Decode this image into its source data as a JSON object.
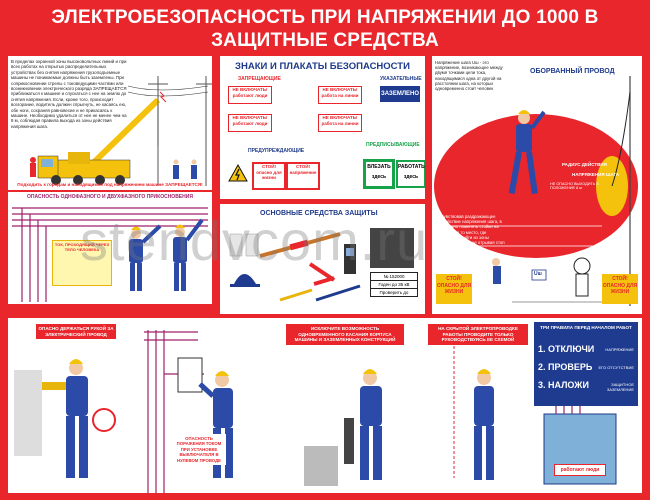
{
  "title_line1": "ЭЛЕКТРОБЕЗОПАСНОСТЬ ПРИ НАПРЯЖЕНИИ ДО 1000 В",
  "title_line2": "ЗАЩИТНЫЕ СРЕДСТВА",
  "crane": {
    "text": "В пределах охранной зоны высоковольтных линий и при всех работах на открытых распределительных устройствах без снятия напряжения грузоподъемные машины не понижаемые должны быть заземлены. При соприкосновении стрелы с токоведущими частями или возникновении электрического разряда ЗАПРЕЩАЕТСЯ приближаться к машине и спускаться с нее на землю до снятия напряжения. Если, кроме того, происходит возгорание, водитель должен спрыгнуть, не касаясь ею, обе ноги, сохраняя равновесие и не прикасаясь к машине. Необходимо удалиться от нее не менее чем на 8 м, соблюдая правила выхода из зоны действия напряжения шага.",
    "warning": "Подходить к городам и находящимся под напряжением машине ЗАПРЕЩАЕТСЯ!"
  },
  "touch": {
    "header": "ОПАСНОСТЬ ОДНОФАЗНОГО И ДВУХФАЗНОГО ПРИКОСНОВЕНИЯ",
    "box_title": "ТОК, ПРОХОДЯЩИЙ ЧЕРЕЗ ТЕЛО ЧЕЛОВЕКА"
  },
  "signs": {
    "header": "ЗНАКИ И ПЛАКАТЫ БЕЗОПАСНОСТИ",
    "col_forbid": "ЗАПРЕЩАЮЩИЕ",
    "col_point": "УКАЗАТЕЛЬНЫЕ",
    "sign1": "НЕ ВКЛЮЧАТЬ! работают люди",
    "sign2": "НЕ ВКЛЮЧАТЬ! работа на линии",
    "grounded": "ЗАЗЕМЛЕНО",
    "sign3": "НЕ ВКЛЮЧАТЬ! работают люди",
    "sign4": "НЕ ВКЛЮЧАТЬ! работа на линии",
    "warn_header": "ПРЕДУПРЕЖДАЮЩИЕ",
    "prescr_header": "ПРЕДПИСЫВАЮЩИЕ",
    "stop1": "СТОЙ! опасно для жизни",
    "stop2": "СТОЙ! напряжение",
    "climb": "ВЛЕЗАТЬ здесь",
    "work": "РАБОТАТЬ здесь"
  },
  "means": {
    "header": "ОСНОВНЫЕ СРЕДСТВА ЗАЩИТЫ",
    "label_no": "№ 152000",
    "label_fit": "Годен до 35 кВ",
    "label_next": "Проверить до"
  },
  "step": {
    "intro": "Напряжение шага Uш - это напряжение, возникающее между двумя точками цепи тока, находящимися одна от другой на расстоянии шага, на которых одновременно стоит человек",
    "broken_wire": "ОБОРВАННЫЙ ПРОВОД",
    "radius": "РАДИУС ДЕЙСТВИЯ",
    "step_voltage": "НАПРЯЖЕНИЯ ШАГА",
    "radius_note": "НЕ ОПАСНО ВЫХОДИТЬ В ПОЛОЖЕНИЕ 8 м",
    "desc": "Почувствовав раздражающее воздействие напряжения шага, в ноги нужно поменять стойки на одну ногу, в то место, где схватило, и выйти из зоны мелкими шагами, не отрывая стоп от земли",
    "stop_left": "СТОЙ! ОПАСНО ДЛЯ ЖИЗНИ",
    "stop_right": "СТОЙ! ОПАСНО ДЛЯ ЖИЗНИ",
    "u_label": "Uш"
  },
  "bottom": {
    "p1_title": "ОПАСНО ДЕРЖАТЬСЯ РУКОЙ ЗА ЭЛЕКТРИЧЕСКИЙ ПРОВОД",
    "p2_caption": "ОПАСНОСТЬ ПОРАЖЕНИЯ ТОКОМ ПРИ УСТАНОВКЕ ВЫКЛЮЧАТЕЛЯ В НУЛЕВОМ ПРОВОДЕ",
    "p3_title": "ИСКЛЮЧИТЕ ВОЗМОЖНОСТЬ ОДНОВРЕМЕННОГО КАСАНИЯ КОРПУСА МАШИНЫ И ЗАЗЕМЛЕННЫХ КОНСТРУКЦИЙ",
    "p4_title": "НА СКРЫТОЙ ЭЛЕКТРОПРОВОДКЕ РАБОТЫ ПРОВОДИТЕ ТОЛЬКО РУКОВОДСТВУЯСЬ ЕЕ СХЕМОЙ",
    "rules_title": "ТРИ ПРАВИЛА ПЕРЕД НАЧАЛОМ РАБОТ",
    "rule1": "1. ОТКЛЮЧИ",
    "rule2": "2. ПРОВЕРЬ",
    "rule3": "3. НАЛОЖИ",
    "r1_note": "НАПРЯЖЕНИЕ",
    "r2_note": "ЕГО ОТСУТСТВИЕ",
    "r3_note": "ЗАЩИТНОЕ ЗАЗЕМЛЕНИЕ",
    "panel_sign": "работают люди"
  },
  "watermark": "stendvcom.ru"
}
